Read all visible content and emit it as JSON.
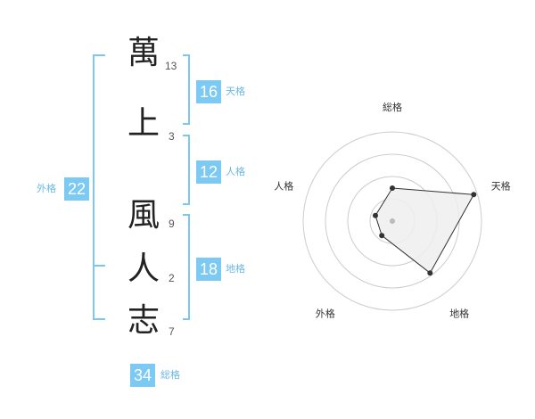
{
  "name": {
    "chars": [
      {
        "char": "萬",
        "strokes": "13"
      },
      {
        "char": "上",
        "strokes": "3"
      },
      {
        "char": "風",
        "strokes": "9"
      },
      {
        "char": "人",
        "strokes": "2"
      },
      {
        "char": "志",
        "strokes": "7"
      }
    ]
  },
  "fortune": {
    "tenkaku": {
      "value": "16",
      "label": "天格"
    },
    "jinkaku": {
      "value": "12",
      "label": "人格"
    },
    "chikaku": {
      "value": "18",
      "label": "地格"
    },
    "gaikaku": {
      "value": "22",
      "label": "外格"
    },
    "soukaku": {
      "value": "34",
      "label": "総格"
    }
  },
  "radar": {
    "axes": [
      "総格",
      "天格",
      "地格",
      "外格",
      "人格"
    ],
    "values": [
      0.37,
      0.96,
      0.72,
      0.2,
      0.2
    ],
    "ring_count": 4,
    "colors": {
      "ring": "#cccccc",
      "fill": "#eeeeee",
      "line": "#333333",
      "center": "#bbbbbb"
    }
  },
  "colors": {
    "accent": "#7ccaf4",
    "bracket": "#7cc6ef",
    "label": "#6bb8e6"
  }
}
